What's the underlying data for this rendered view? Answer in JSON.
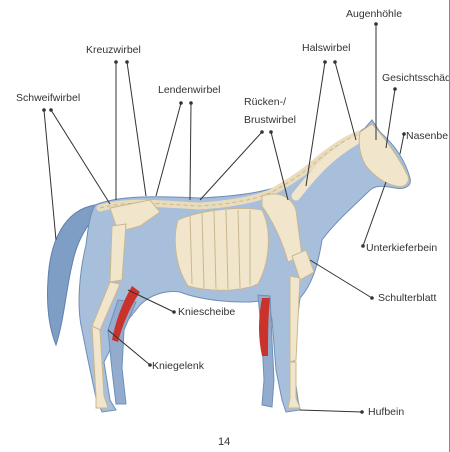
{
  "labels": {
    "augenhoehle": "Augenhöhle",
    "kreuzwirbel": "Kreuzwirbel",
    "halswirbel": "Halswirbel",
    "schweifwirbel": "Schweifwirbel",
    "lendenwirbel": "Lendenwirbel",
    "gesichtsschaedel": "Gesichtsschäd",
    "ruecken_line1": "Rücken-/",
    "ruecken_line2": "Brustwirbel",
    "nasenbein": "Nasenbe",
    "unterkieferbein": "Unterkieferbein",
    "schulterblatt": "Schulterblatt",
    "kniescheibe": "Kniescheibe",
    "kniegelenk": "Kniegelenk",
    "hufbein": "Hufbein"
  },
  "page_number": "14",
  "colors": {
    "body": "#a8bfdc",
    "body_outline": "#6f8fb8",
    "bone": "#f1e6cc",
    "bone_outline": "#c9b78f",
    "muscle": "#c9332c",
    "tail": "#7e9ec6",
    "line": "#333333"
  }
}
